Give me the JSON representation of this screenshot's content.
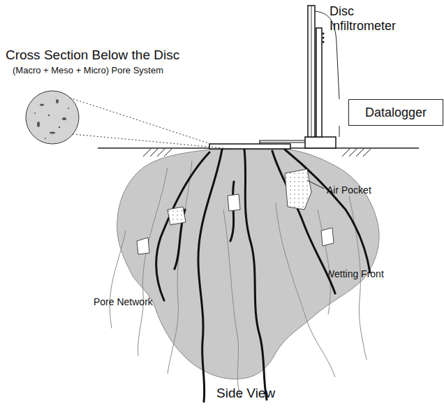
{
  "diagram": {
    "nodes": [
      {
        "text": [
          "Datalogger"
        ]
      }
    ],
    "labels": [
      "Disc Infiltrometer",
      "Cross Section Below the Disc",
      "(Macro + Meso + Micro) Pore System",
      "Air Pocket",
      "Wetting Front",
      "Pore Network",
      "Side View"
    ]
  }
}
